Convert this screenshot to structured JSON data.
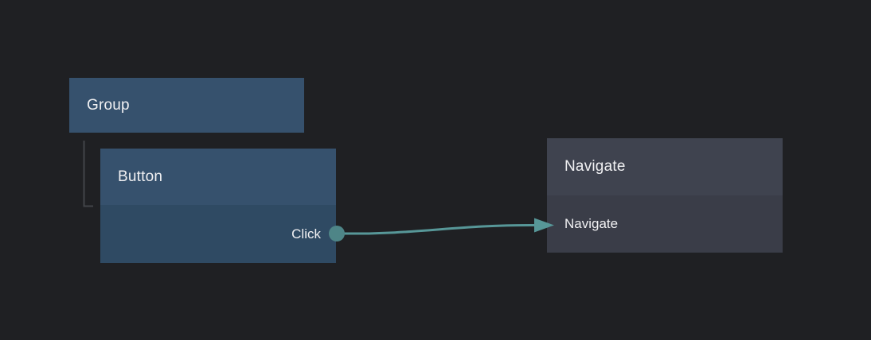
{
  "nodes": {
    "group": {
      "title": "Group"
    },
    "button": {
      "title": "Button",
      "output_port_label": "Click"
    },
    "navigate": {
      "title": "Navigate",
      "input_port_label": "Navigate"
    }
  },
  "edge": {
    "from_port": "Click",
    "to_port": "Navigate"
  },
  "colors": {
    "background": "#1f2023",
    "node_blue_header": "#36516d",
    "node_blue_body": "#2f4a63",
    "node_gray_header": "#3f434f",
    "node_gray_body": "#3a3d48",
    "edge_teal": "#579798",
    "port_teal": "#4e8587",
    "connector_gray": "#424448",
    "text_primary": "#f1f1f3"
  }
}
